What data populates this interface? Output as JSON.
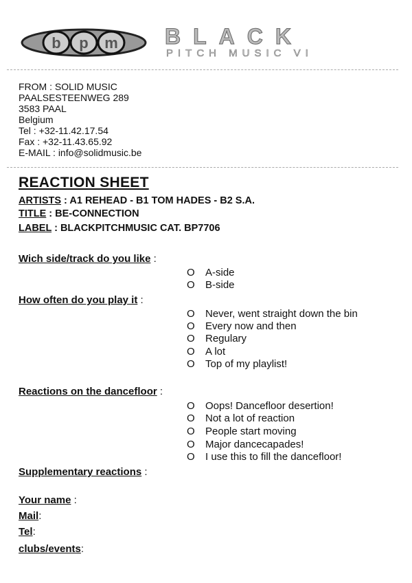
{
  "logo": {
    "letters": [
      "b",
      "p",
      "m"
    ],
    "word": "BLACK",
    "sub": "PITCH MUSIC VI"
  },
  "sender": {
    "lines": [
      "FROM : SOLID MUSIC",
      "PAALSESTEENWEG  289",
      "3583 PAAL",
      "Belgium",
      "Tel : +32-11.42.17.54",
      "Fax : +32-11.43.65.92",
      "E-MAIL : info@solidmusic.be"
    ]
  },
  "sheet_title": "REACTION SHEET",
  "meta": {
    "artists_label": "ARTISTS",
    "artists_value": " : A1 REHEAD - B1 TOM HADES - B2 S.A.",
    "title_label": "TITLE",
    "title_value": " : BE-CONNECTION",
    "label_label": "LABEL",
    "label_value": " : BLACKPITCHMUSIC  CAT. BP7706"
  },
  "questions": {
    "side": {
      "label": "Wich side/track do you like",
      "suffix": " :",
      "options": [
        "A-side",
        "B-side"
      ]
    },
    "often": {
      "label": "How often do you play it",
      "suffix": " :",
      "options": [
        "Never, went straight down the bin",
        "Every now and then",
        "Regulary",
        "A lot",
        "Top of my playlist!"
      ]
    },
    "dance": {
      "label": "Reactions on the dancefloor",
      "suffix": " :",
      "options": [
        "Oops! Dancefloor desertion!",
        "Not a lot of reaction",
        "People start moving",
        "Major dancecapades!",
        "I use this to fill  the dancefloor!"
      ]
    },
    "supp": {
      "label": "Supplementary reactions",
      "suffix": " :"
    }
  },
  "radio_glyph": "O",
  "contact": {
    "name": {
      "label": "Your name",
      "suffix": " :"
    },
    "mail": {
      "label": "Mail",
      "suffix": ":"
    },
    "tel": {
      "label": "Tel",
      "suffix": ":"
    },
    "clubs": {
      "label": "clubs/events",
      "suffix": ":"
    }
  }
}
